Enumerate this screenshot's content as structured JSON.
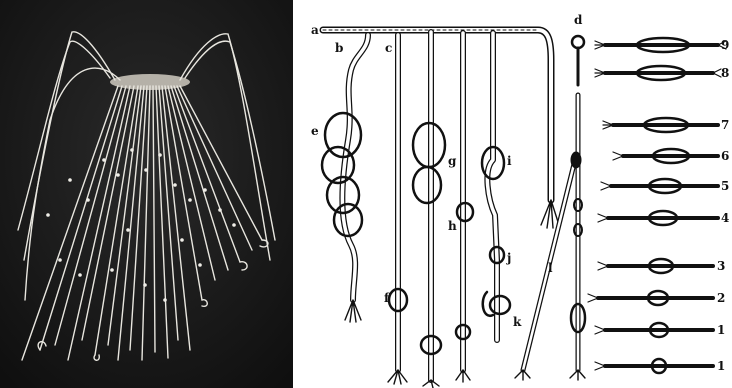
{
  "photo": {
    "description_icon": "quipu-photograph"
  },
  "diagram": {
    "letters": [
      "a",
      "b",
      "c",
      "d",
      "e",
      "f",
      "g",
      "h",
      "i",
      "j",
      "k",
      "l"
    ],
    "numbers": [
      "9",
      "8",
      "7",
      "6",
      "5",
      "4",
      "3",
      "2",
      "1",
      "1"
    ]
  },
  "colors": {
    "photo_bg": "#1a1a1a",
    "cord_light": "#e8e6df",
    "ink": "#111111"
  }
}
